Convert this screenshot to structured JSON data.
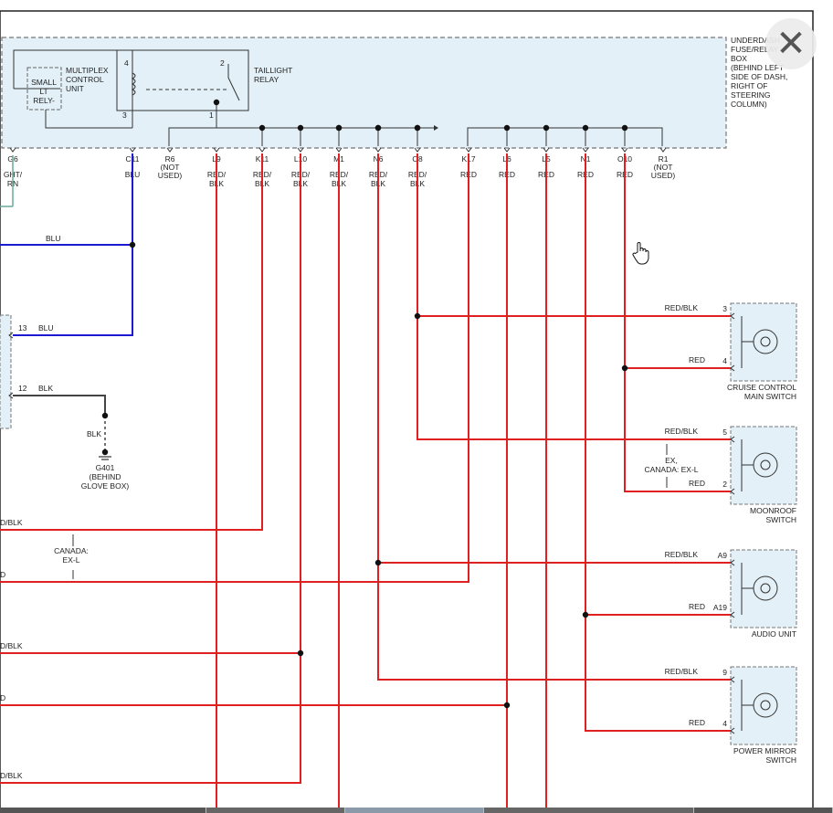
{
  "fuse_box": {
    "label": [
      "UNDERDASH",
      "FUSE/RELAY",
      "BOX",
      "(BEHIND LEFT",
      "SIDE OF DASH,",
      "RIGHT OF",
      "STEERING",
      "COLUMN)"
    ]
  },
  "multiplex_unit": {
    "label": [
      "MULTIPLEX",
      "CONTROL",
      "UNIT"
    ],
    "inner": [
      "SMALL",
      "LT",
      "RELY-"
    ]
  },
  "taillight_relay": {
    "label": [
      "TAILLIGHT",
      "RELAY"
    ],
    "pins": [
      "4",
      "2",
      "3",
      "1"
    ]
  },
  "connectors": [
    {
      "id": "G6",
      "lines": [
        "G6"
      ]
    },
    {
      "id": "C11",
      "lines": [
        "C11"
      ]
    },
    {
      "id": "R6",
      "lines": [
        "R6",
        "(NOT",
        "USED)"
      ]
    },
    {
      "id": "L9",
      "lines": [
        "L9"
      ]
    },
    {
      "id": "K11",
      "lines": [
        "K11"
      ]
    },
    {
      "id": "L10",
      "lines": [
        "L10"
      ]
    },
    {
      "id": "M1",
      "lines": [
        "M1"
      ]
    },
    {
      "id": "N6",
      "lines": [
        "N6"
      ]
    },
    {
      "id": "O8",
      "lines": [
        "O8"
      ]
    },
    {
      "id": "K17",
      "lines": [
        "K17"
      ]
    },
    {
      "id": "L6",
      "lines": [
        "L6"
      ]
    },
    {
      "id": "L5",
      "lines": [
        "L5"
      ]
    },
    {
      "id": "N1",
      "lines": [
        "N1"
      ]
    },
    {
      "id": "O10",
      "lines": [
        "O10"
      ]
    },
    {
      "id": "R1",
      "lines": [
        "R1",
        "(NOT",
        "USED)"
      ]
    }
  ],
  "wire_colors_top": [
    {
      "id": "G6",
      "lines": [
        "GHT/",
        "RN"
      ]
    },
    {
      "id": "C11",
      "lines": [
        "BLU"
      ]
    },
    {
      "id": "L9",
      "lines": [
        "RED/",
        "BLK"
      ]
    },
    {
      "id": "K11",
      "lines": [
        "RED/",
        "BLK"
      ]
    },
    {
      "id": "L10",
      "lines": [
        "RED/",
        "BLK"
      ]
    },
    {
      "id": "M1",
      "lines": [
        "RED/",
        "BLK"
      ]
    },
    {
      "id": "N6",
      "lines": [
        "RED/",
        "BLK"
      ]
    },
    {
      "id": "O8",
      "lines": [
        "RED/",
        "BLK"
      ]
    },
    {
      "id": "K17",
      "lines": [
        "RED"
      ]
    },
    {
      "id": "L6",
      "lines": [
        "RED"
      ]
    },
    {
      "id": "L5",
      "lines": [
        "RED"
      ]
    },
    {
      "id": "N1",
      "lines": [
        "RED"
      ]
    },
    {
      "id": "O10",
      "lines": [
        "RED"
      ]
    }
  ],
  "left_labels": {
    "blu_top": "BLU",
    "pin13": "13",
    "blu_13": "BLU",
    "pin12": "12",
    "blk_12": "BLK",
    "blk_ground": "BLK",
    "ground": [
      "G401",
      "(BEHIND",
      "GLOVE BOX)"
    ],
    "canada_note": [
      "CANADA:",
      "EX-L"
    ],
    "edge_labels": [
      "D/BLK",
      "D",
      "D/BLK",
      "D",
      "D/BLK"
    ]
  },
  "switches": [
    {
      "id": "cruise",
      "name": [
        "CRUISE CONTROL",
        "MAIN SWITCH"
      ],
      "pins": [
        {
          "num": "3",
          "color": "RED/BLK"
        },
        {
          "num": "4",
          "color": "RED"
        }
      ]
    },
    {
      "id": "moonroof",
      "name": [
        "MOONROOF",
        "SWITCH"
      ],
      "pins": [
        {
          "num": "5",
          "color": "RED/BLK"
        },
        {
          "num": "2",
          "color": "RED"
        }
      ],
      "note": [
        "EX,",
        "CANADA: EX-L"
      ]
    },
    {
      "id": "audio",
      "name": [
        "AUDIO UNIT"
      ],
      "pins": [
        {
          "num": "A9",
          "color": "RED/BLK"
        },
        {
          "num": "A19",
          "color": "RED"
        }
      ]
    },
    {
      "id": "mirror",
      "name": [
        "POWER MIRROR",
        "SWITCH"
      ],
      "pins": [
        {
          "num": "9",
          "color": "RED/BLK"
        },
        {
          "num": "4",
          "color": "RED"
        }
      ]
    }
  ],
  "colors": {
    "red_wire": "#e02020",
    "blue_wire": "#1a1ad0",
    "black_wire": "#444444",
    "box_fill": "#e3f0f8",
    "box_border": "#777777"
  },
  "ui": {
    "close_icon": "✕"
  }
}
